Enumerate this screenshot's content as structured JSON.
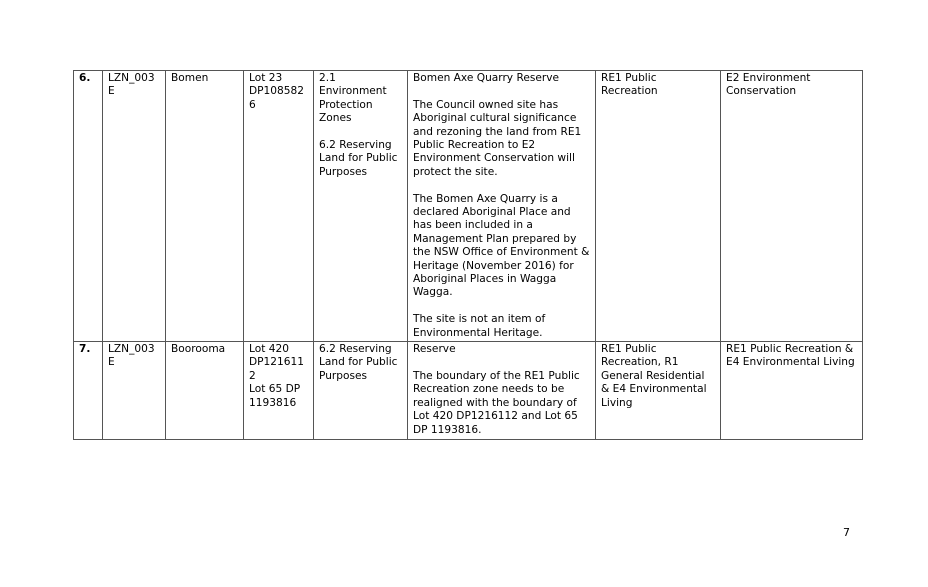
{
  "rows": [
    {
      "number": "6.",
      "id": "LZN_003E",
      "location": "Bomen",
      "lot": "Lot 23\nDP1085826",
      "directions": [
        "2.1 Environment Protection Zones",
        "6.2 Reserving Land for Public Purposes"
      ],
      "description": [
        "Bomen Axe Quarry Reserve",
        "The Council owned site has Aboriginal cultural significance and rezoning the land from RE1 Public Recreation to E2 Environment Conservation will protect the site.",
        "The Bomen Axe Quarry is a declared Aboriginal Place and has been included in a Management Plan prepared by the NSW Office of Environment & Heritage (November 2016) for Aboriginal Places in Wagga Wagga.",
        "The site is not an item of Environmental Heritage."
      ],
      "current_zone": "RE1 Public Recreation",
      "proposed_zone": "E2 Environment Conservation"
    },
    {
      "number": "7.",
      "id": "LZN_003E",
      "location": "Boorooma",
      "lot": "Lot 420\nDP1216112\nLot 65 DP\n1193816",
      "directions": [
        "6.2 Reserving Land for Public Purposes"
      ],
      "description": [
        "Reserve",
        "The boundary of the RE1 Public Recreation zone needs to be realigned with the boundary of Lot 420 DP1216112 and Lot 65 DP 1193816."
      ],
      "current_zone": "RE1 Public Recreation, R1 General Residential & E4 Environmental Living",
      "proposed_zone": "RE1 Public Recreation & E4 Environmental Living"
    }
  ],
  "page_number": "7"
}
